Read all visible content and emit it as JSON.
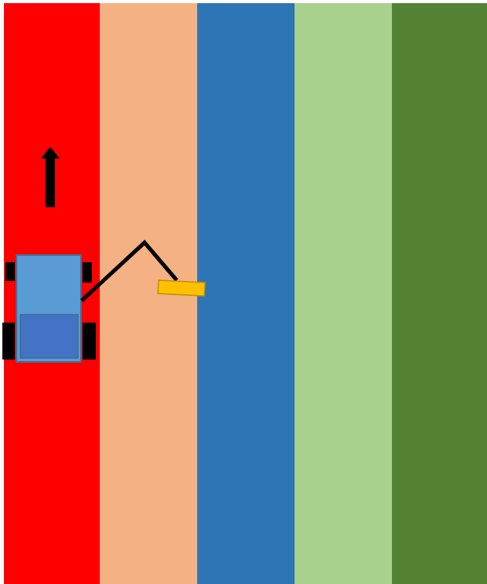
{
  "scene": {
    "stripes": [
      {
        "name": "stripe-red",
        "color": "#FF0000"
      },
      {
        "name": "stripe-peach",
        "color": "#F4B183"
      },
      {
        "name": "stripe-blue",
        "color": "#2E75B6"
      },
      {
        "name": "stripe-light-green",
        "color": "#A9D18E"
      },
      {
        "name": "stripe-dark-green",
        "color": "#548235"
      }
    ],
    "vehicle": {
      "body_color": "#5B9BD5",
      "body_border": "#41719C",
      "cab_color": "#4472C4",
      "wheel_color": "#000000"
    },
    "arm": {
      "color": "#000000"
    },
    "tool": {
      "fill": "#FFC000",
      "border": "#BF9000"
    },
    "direction_arrow": {
      "icon": "arrow-up-icon",
      "color": "#000000"
    }
  }
}
